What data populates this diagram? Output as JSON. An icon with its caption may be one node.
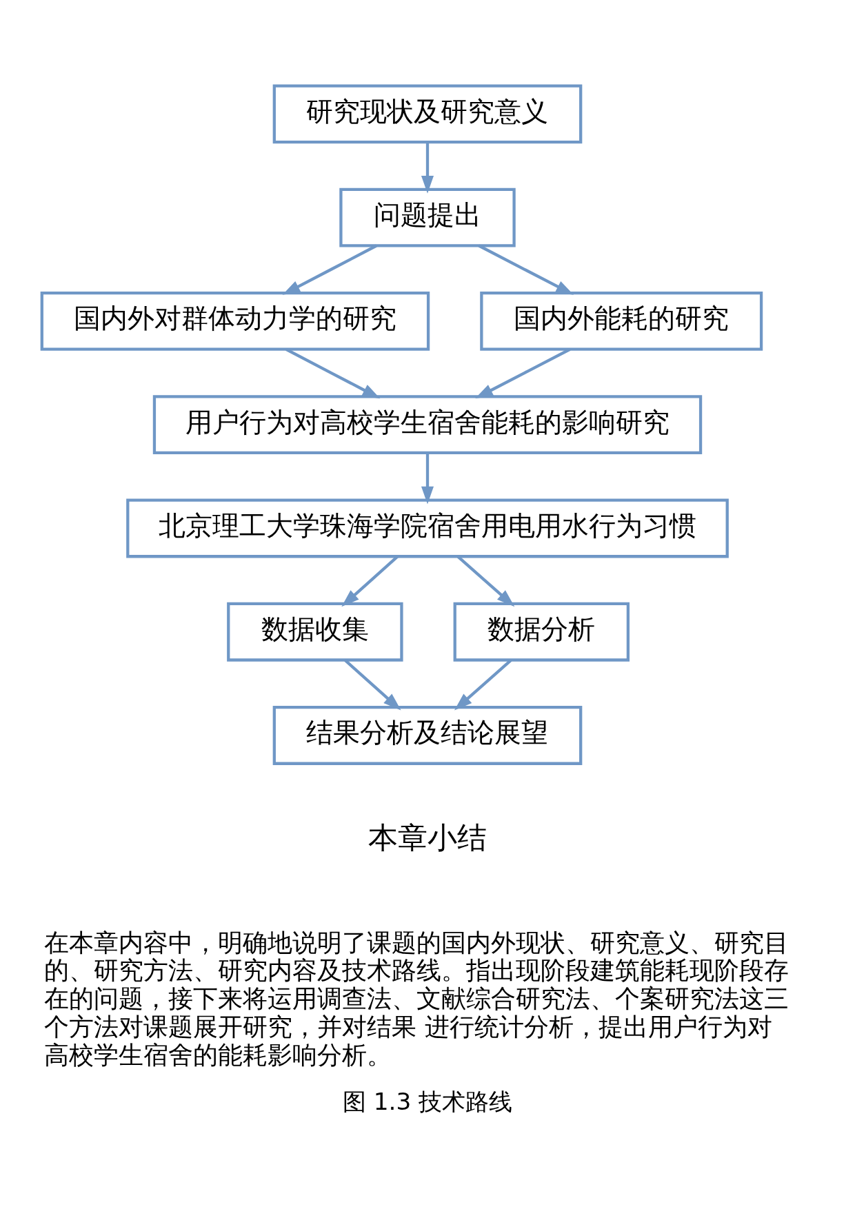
{
  "diagram": {
    "caption": "图 1.3 技术路线",
    "nodes": [
      {
        "text": [
          "研究现状及研究意义"
        ]
      },
      {
        "text": [
          "问题提出"
        ]
      },
      {
        "text": [
          "国内外对群体动力学的研究"
        ]
      },
      {
        "text": [
          "国内外能耗的研究"
        ]
      },
      {
        "text": [
          "用户行为对高校学生宿舍能耗的影响研究"
        ]
      },
      {
        "text": [
          "北京理工大学珠海学院宿舍用电用水行为习惯"
        ]
      },
      {
        "text": [
          "数据收集"
        ]
      },
      {
        "text": [
          "数据分析"
        ]
      },
      {
        "text": [
          "结果分析及结论展望"
        ]
      }
    ],
    "edges": [
      {
        "from": 0,
        "to": 1,
        "arrow": "to"
      },
      {
        "from": 1,
        "to": 2,
        "arrow": "to"
      },
      {
        "from": 1,
        "to": 3,
        "arrow": "to"
      },
      {
        "from": 2,
        "to": 4,
        "arrow": "to"
      },
      {
        "from": 3,
        "to": 4,
        "arrow": "to"
      },
      {
        "from": 4,
        "to": 5,
        "arrow": "to"
      },
      {
        "from": 5,
        "to": 6,
        "arrow": "to"
      },
      {
        "from": 5,
        "to": 7,
        "arrow": "to"
      },
      {
        "from": 6,
        "to": 8,
        "arrow": "to"
      },
      {
        "from": 7,
        "to": 8,
        "arrow": "to"
      }
    ],
    "labels": [
      "本章小结",
      "在本章内容中，明确地说明了课题的国内外现状、研究意义、研究目的、研究方法、研究内容及技术路线。指出现阶段建筑能耗现阶段存在的问题，接下来将运用调查法、文献综合研究法、个案研究法这三个方法对课题展开研究，并对结果 进行统计分析，提出用户行为对高校学生宿舍的能耗影响分析。"
    ]
  }
}
